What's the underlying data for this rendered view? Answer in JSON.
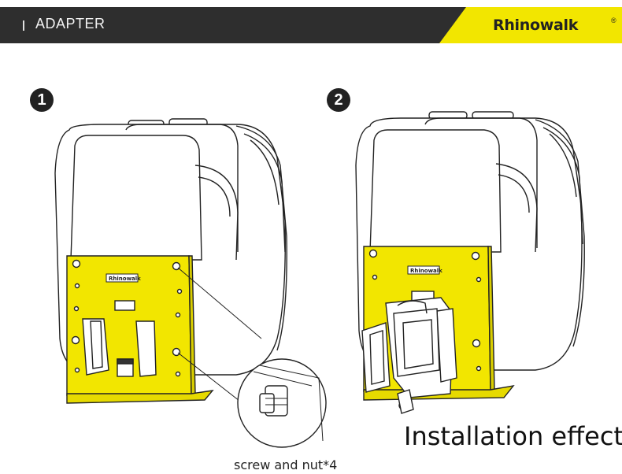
{
  "header": {
    "title": "ADAPTER",
    "brand": "Rhinowalk",
    "brand_mark": "®"
  },
  "steps": [
    {
      "number": "1",
      "plate_logo": "Rhinowalk"
    },
    {
      "number": "2",
      "plate_logo": "Rhinowalk"
    }
  ],
  "captions": {
    "effect": "Installation effect",
    "detail": "screw and nut*4"
  },
  "colors": {
    "header_bg": "#2e2e2e",
    "accent_yellow": "#f2e600",
    "badge_bg": "#222222"
  }
}
